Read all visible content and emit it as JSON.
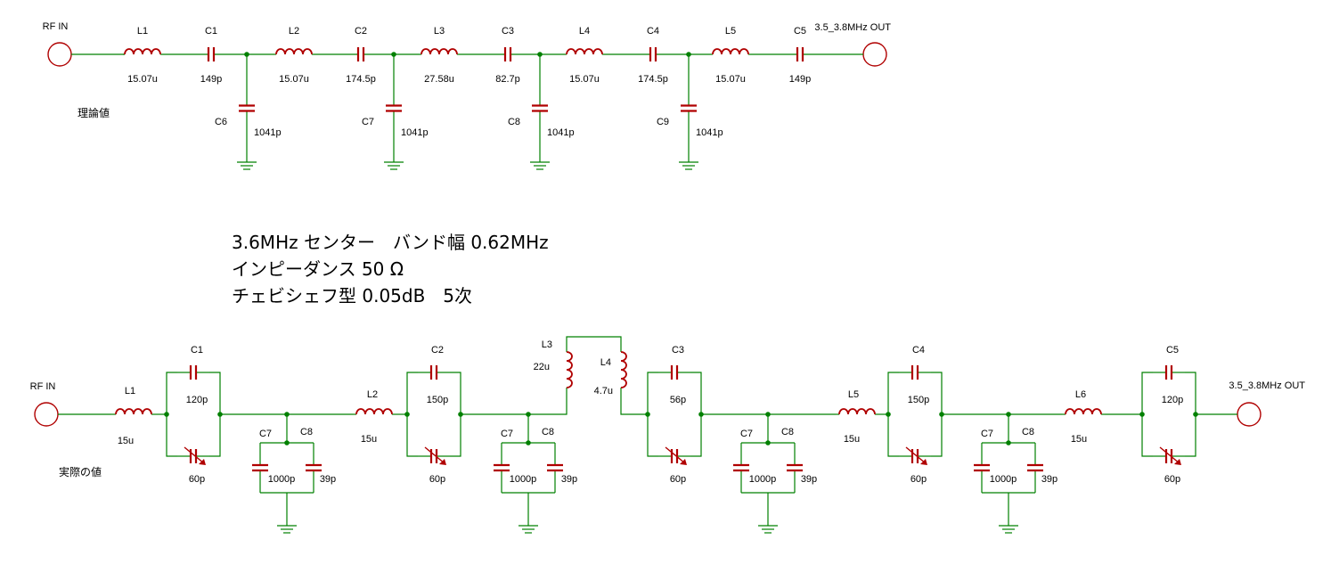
{
  "top": {
    "input_label": "RF IN",
    "output_label": "3.5_3.8MHz OUT",
    "caption": "理論値",
    "series": [
      {
        "ref": "L1",
        "value": "15.07u",
        "kind": "L"
      },
      {
        "ref": "C1",
        "value": "149p",
        "kind": "C"
      },
      {
        "ref": "L2",
        "value": "15.07u",
        "kind": "L"
      },
      {
        "ref": "C2",
        "value": "174.5p",
        "kind": "C"
      },
      {
        "ref": "L3",
        "value": "27.58u",
        "kind": "L"
      },
      {
        "ref": "C3",
        "value": "82.7p",
        "kind": "C"
      },
      {
        "ref": "L4",
        "value": "15.07u",
        "kind": "L"
      },
      {
        "ref": "C4",
        "value": "174.5p",
        "kind": "C"
      },
      {
        "ref": "L5",
        "value": "15.07u",
        "kind": "L"
      },
      {
        "ref": "C5",
        "value": "149p",
        "kind": "C"
      }
    ],
    "shunts": [
      {
        "ref": "C6",
        "value": "1041p"
      },
      {
        "ref": "C7",
        "value": "1041p"
      },
      {
        "ref": "C8",
        "value": "1041p"
      },
      {
        "ref": "C9",
        "value": "1041p"
      }
    ]
  },
  "notes": [
    "3.6MHz センター　バンド幅 0.62MHz",
    "インピーダンス 50 Ω",
    "チェビシェフ型 0.05dB　5次"
  ],
  "bottom": {
    "input_label": "RF IN",
    "output_label": "3.5_3.8MHz OUT",
    "caption": "実際の値",
    "inductors": [
      {
        "ref": "L1",
        "value": "15u"
      },
      {
        "ref": "L2",
        "value": "15u"
      },
      {
        "ref": "L3",
        "value": "22u"
      },
      {
        "ref": "L4",
        "value": "4.7u"
      },
      {
        "ref": "L5",
        "value": "15u"
      },
      {
        "ref": "L6",
        "value": "15u"
      }
    ],
    "series_caps": [
      {
        "ref": "C1",
        "value": "120p",
        "trimmer": "60p"
      },
      {
        "ref": "C2",
        "value": "150p",
        "trimmer": "60p"
      },
      {
        "ref": "C3",
        "value": "56p",
        "trimmer": "60p"
      },
      {
        "ref": "C4",
        "value": "150p",
        "trimmer": "60p"
      },
      {
        "ref": "C5",
        "value": "120p",
        "trimmer": "60p"
      }
    ],
    "shunt_pairs": [
      {
        "ref_a": "C7",
        "value_a": "1000p",
        "ref_b": "C8",
        "value_b": "39p"
      },
      {
        "ref_a": "C7",
        "value_a": "1000p",
        "ref_b": "C8",
        "value_b": "39p"
      },
      {
        "ref_a": "C7",
        "value_a": "1000p",
        "ref_b": "C8",
        "value_b": "39p"
      },
      {
        "ref_a": "C7",
        "value_a": "1000p",
        "ref_b": "C8",
        "value_b": "39p"
      }
    ]
  },
  "colors": {
    "wire": "#008000",
    "component": "#b00000",
    "node": "#008000"
  }
}
